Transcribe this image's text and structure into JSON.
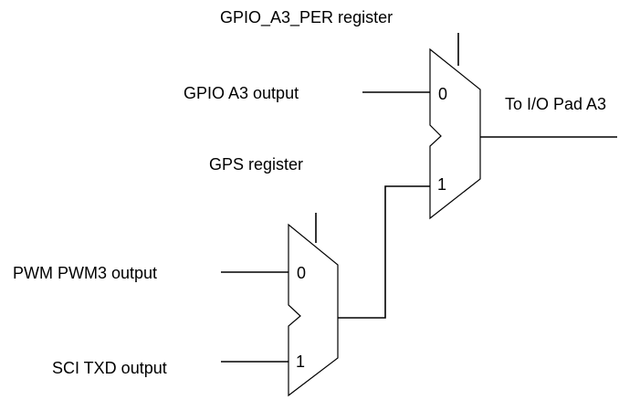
{
  "labels": {
    "gpio_per_register": "GPIO_A3_PER register",
    "gpio_a3_output": "GPIO A3 output",
    "to_io_pad": "To I/O Pad A3",
    "gps_register": "GPS register",
    "pwm_output": "PWM PWM3 output",
    "sci_txd_output": "SCI TXD output"
  },
  "mux_upper": {
    "input_0": "0",
    "input_1": "1"
  },
  "mux_lower": {
    "input_0": "0",
    "input_1": "1"
  }
}
